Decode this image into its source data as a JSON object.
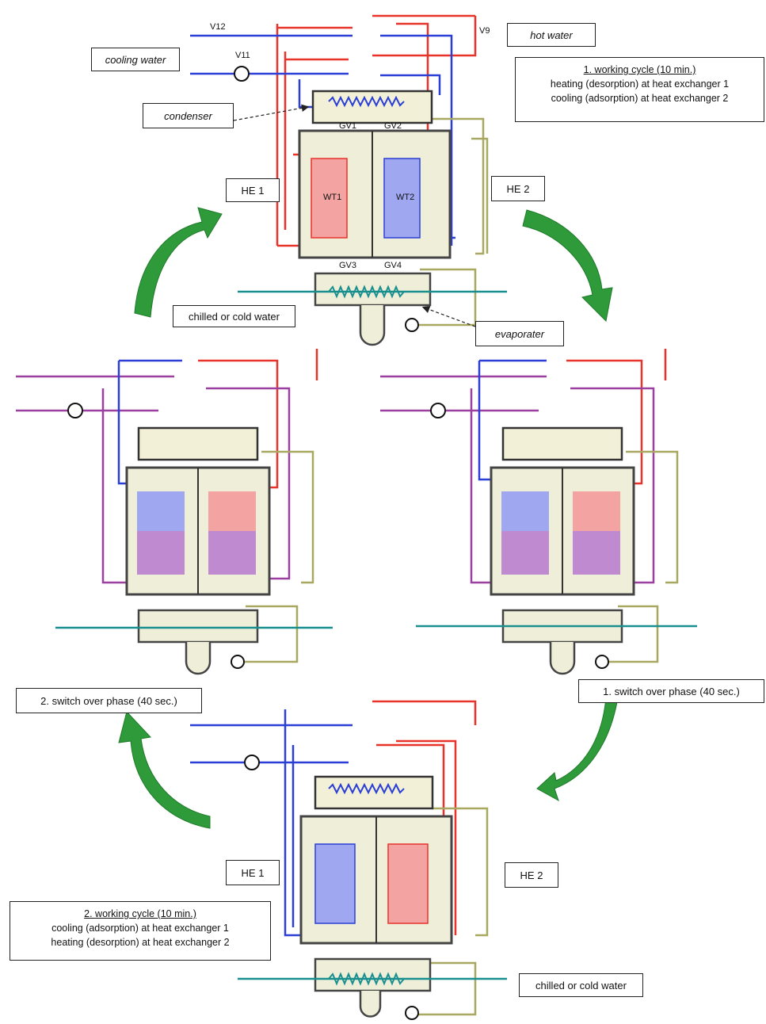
{
  "labels": {
    "cooling_water": "cooling water",
    "hot_water": "hot water",
    "condenser": "condenser",
    "he1_top": "HE 1",
    "he2_top": "HE 2",
    "chilled_top": "chilled or cold water",
    "evaporater": "evaporater",
    "switch1": "1. switch over phase (40 sec.)",
    "switch2": "2. switch over phase (40 sec.)",
    "he1_bottom": "HE 1",
    "he2_bottom": "HE 2",
    "chilled_bottom": "chilled or cold water"
  },
  "cycle1": {
    "title": "1. working cycle (10 min.)",
    "line1": "heating (desorption) at heat exchanger 1",
    "line2": "cooling (adsorption) at heat exchanger 2"
  },
  "cycle2": {
    "title": "2. working cycle (10 min.)",
    "line1": "cooling (adsorption) at heat exchanger 1",
    "line2": "heating (desorption) at heat exchanger 2"
  },
  "tags": {
    "v12": "V12",
    "v11": "V11",
    "v9": "V9",
    "gv1": "GV1",
    "gv2": "GV2",
    "gv3": "GV3",
    "gv4": "GV4",
    "wt1": "WT1",
    "wt2": "WT2"
  },
  "colors": {
    "hot": "#e8332b",
    "cold": "#2b3fd6",
    "mixed": "#9b3fa0",
    "olive": "#a8a860",
    "teal": "#1a8f8f",
    "arrow": "#2e9a3a"
  }
}
